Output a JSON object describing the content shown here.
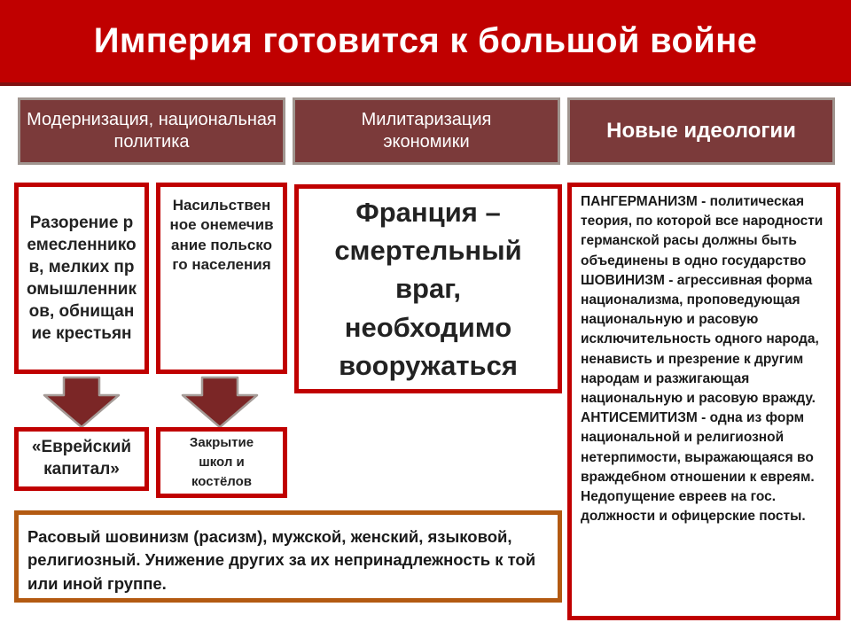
{
  "title": "Империя готовится к большой войне",
  "headers": {
    "modernization": "Модернизация, национальная политика",
    "militarization": "Милитаризация экономики",
    "ideologies": "Новые идеологии"
  },
  "boxes": {
    "ruin": "Разорение ремесленников, мелких промышленников, обнищание крестьян",
    "germanization": "Насильственное онемечивание польского населения",
    "france": "Франция – смертельный враг, необходимо вооружаться",
    "jewish_capital": "«Еврейский капитал»",
    "school_closure": "Закрытие школ и костёлов",
    "racial_chauvinism": "Расовый шовинизм (расизм), мужской, женский, языковой, религиозный. Унижение других за их непринадлежность к той или иной группе."
  },
  "ideologies": {
    "pangermanism": "ПАНГЕРМАНИЗМ - политическая теория, по которой все народности германской расы должны быть объединены в одно государство",
    "chauvinism": "ШОВИНИЗМ - агрессивная форма национализма, проповедующая национальную и расовую исключительность одного народа, ненависть и презрение к другим народам и разжигающая национальную и расовую вражду.",
    "antisemitism": "АНТИСЕМИТИЗМ - одна из форм национальной и религиозной нетерпимости, выражающаяся во враждебном отношении к евреям.",
    "exclusion": "Недопущение евреев на гос. должности и офицерские посты."
  },
  "colors": {
    "title_bg": "#c00000",
    "header_bg": "#7b3a3a",
    "box_border": "#c00000",
    "arrow_fill": "#7b2626",
    "bottom_border": "#b35a12"
  }
}
